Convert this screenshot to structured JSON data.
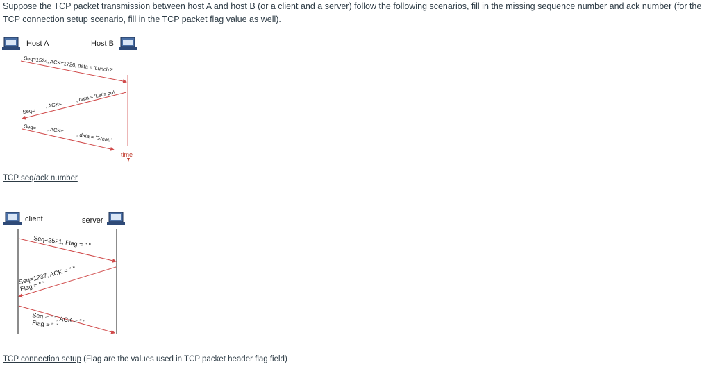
{
  "question": "Suppose the TCP packet transmission between host A and host B (or a client and a server) follow the following scenarios, fill in the missing sequence number and ack number (for the TCP connection setup scenario, fill in the TCP packet flag value as well).",
  "diagram1": {
    "host_a_label": "Host A",
    "host_b_label": "Host B",
    "msg1": "Seq=1524, ACK=1726, data = 'Lunch?'",
    "msg2_seq": "Seq=",
    "msg2_ack": ", ACK=",
    "msg2_data": ", data = 'Let's go!'",
    "msg3_seq": "Seq=",
    "msg3_ack": ", ACK=",
    "msg3_data": ", data = 'Great!'",
    "time_label": "time"
  },
  "caption1": "TCP seq/ack number",
  "diagram2": {
    "client_label": "client",
    "server_label": "server",
    "msg1": "Seq=2521, Flag = \"  \"",
    "msg2_line1": "Seq=1237, ACK = \"  \"",
    "msg2_line2": "Flag = \"  \"",
    "msg3_line1": "Seq = \"      \", ACK = \"  \"",
    "msg3_line2": "Flag = \"   \""
  },
  "caption2_link": "TCP connection setup",
  "caption2_rest": " (Flag are the values used in TCP packet header flag field)"
}
